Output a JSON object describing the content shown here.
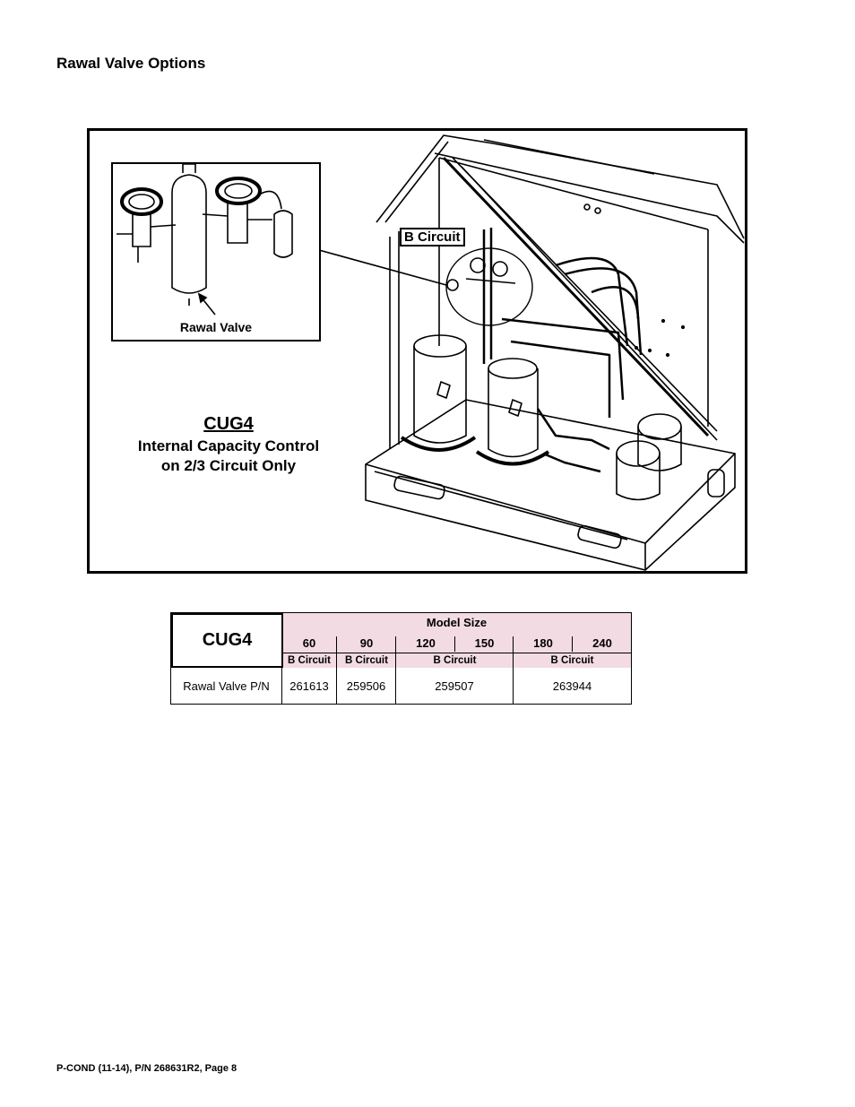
{
  "page_title": "Rawal Valve Options",
  "figure": {
    "inset_label": "Rawal Valve",
    "callout_label": "B Circuit",
    "caption": {
      "code": "CUG4",
      "line1": "Internal Capacity Control",
      "line2": "on 2/3 Circuit Only"
    }
  },
  "table": {
    "code": "CUG4",
    "model_size_header": "Model Size",
    "sizes": [
      "60",
      "90",
      "120",
      "150",
      "180",
      "240"
    ],
    "circuits": [
      "B Circuit",
      "B Circuit",
      "B Circuit",
      "B Circuit"
    ],
    "row_label": "Rawal Valve P/N",
    "part_numbers": [
      "261613",
      "259506",
      "259507",
      "263944"
    ]
  },
  "footer": "P-COND (11-14), P/N 268631R2, Page 8",
  "colors": {
    "header_bg": "#f2dbe2",
    "border": "#000000"
  }
}
